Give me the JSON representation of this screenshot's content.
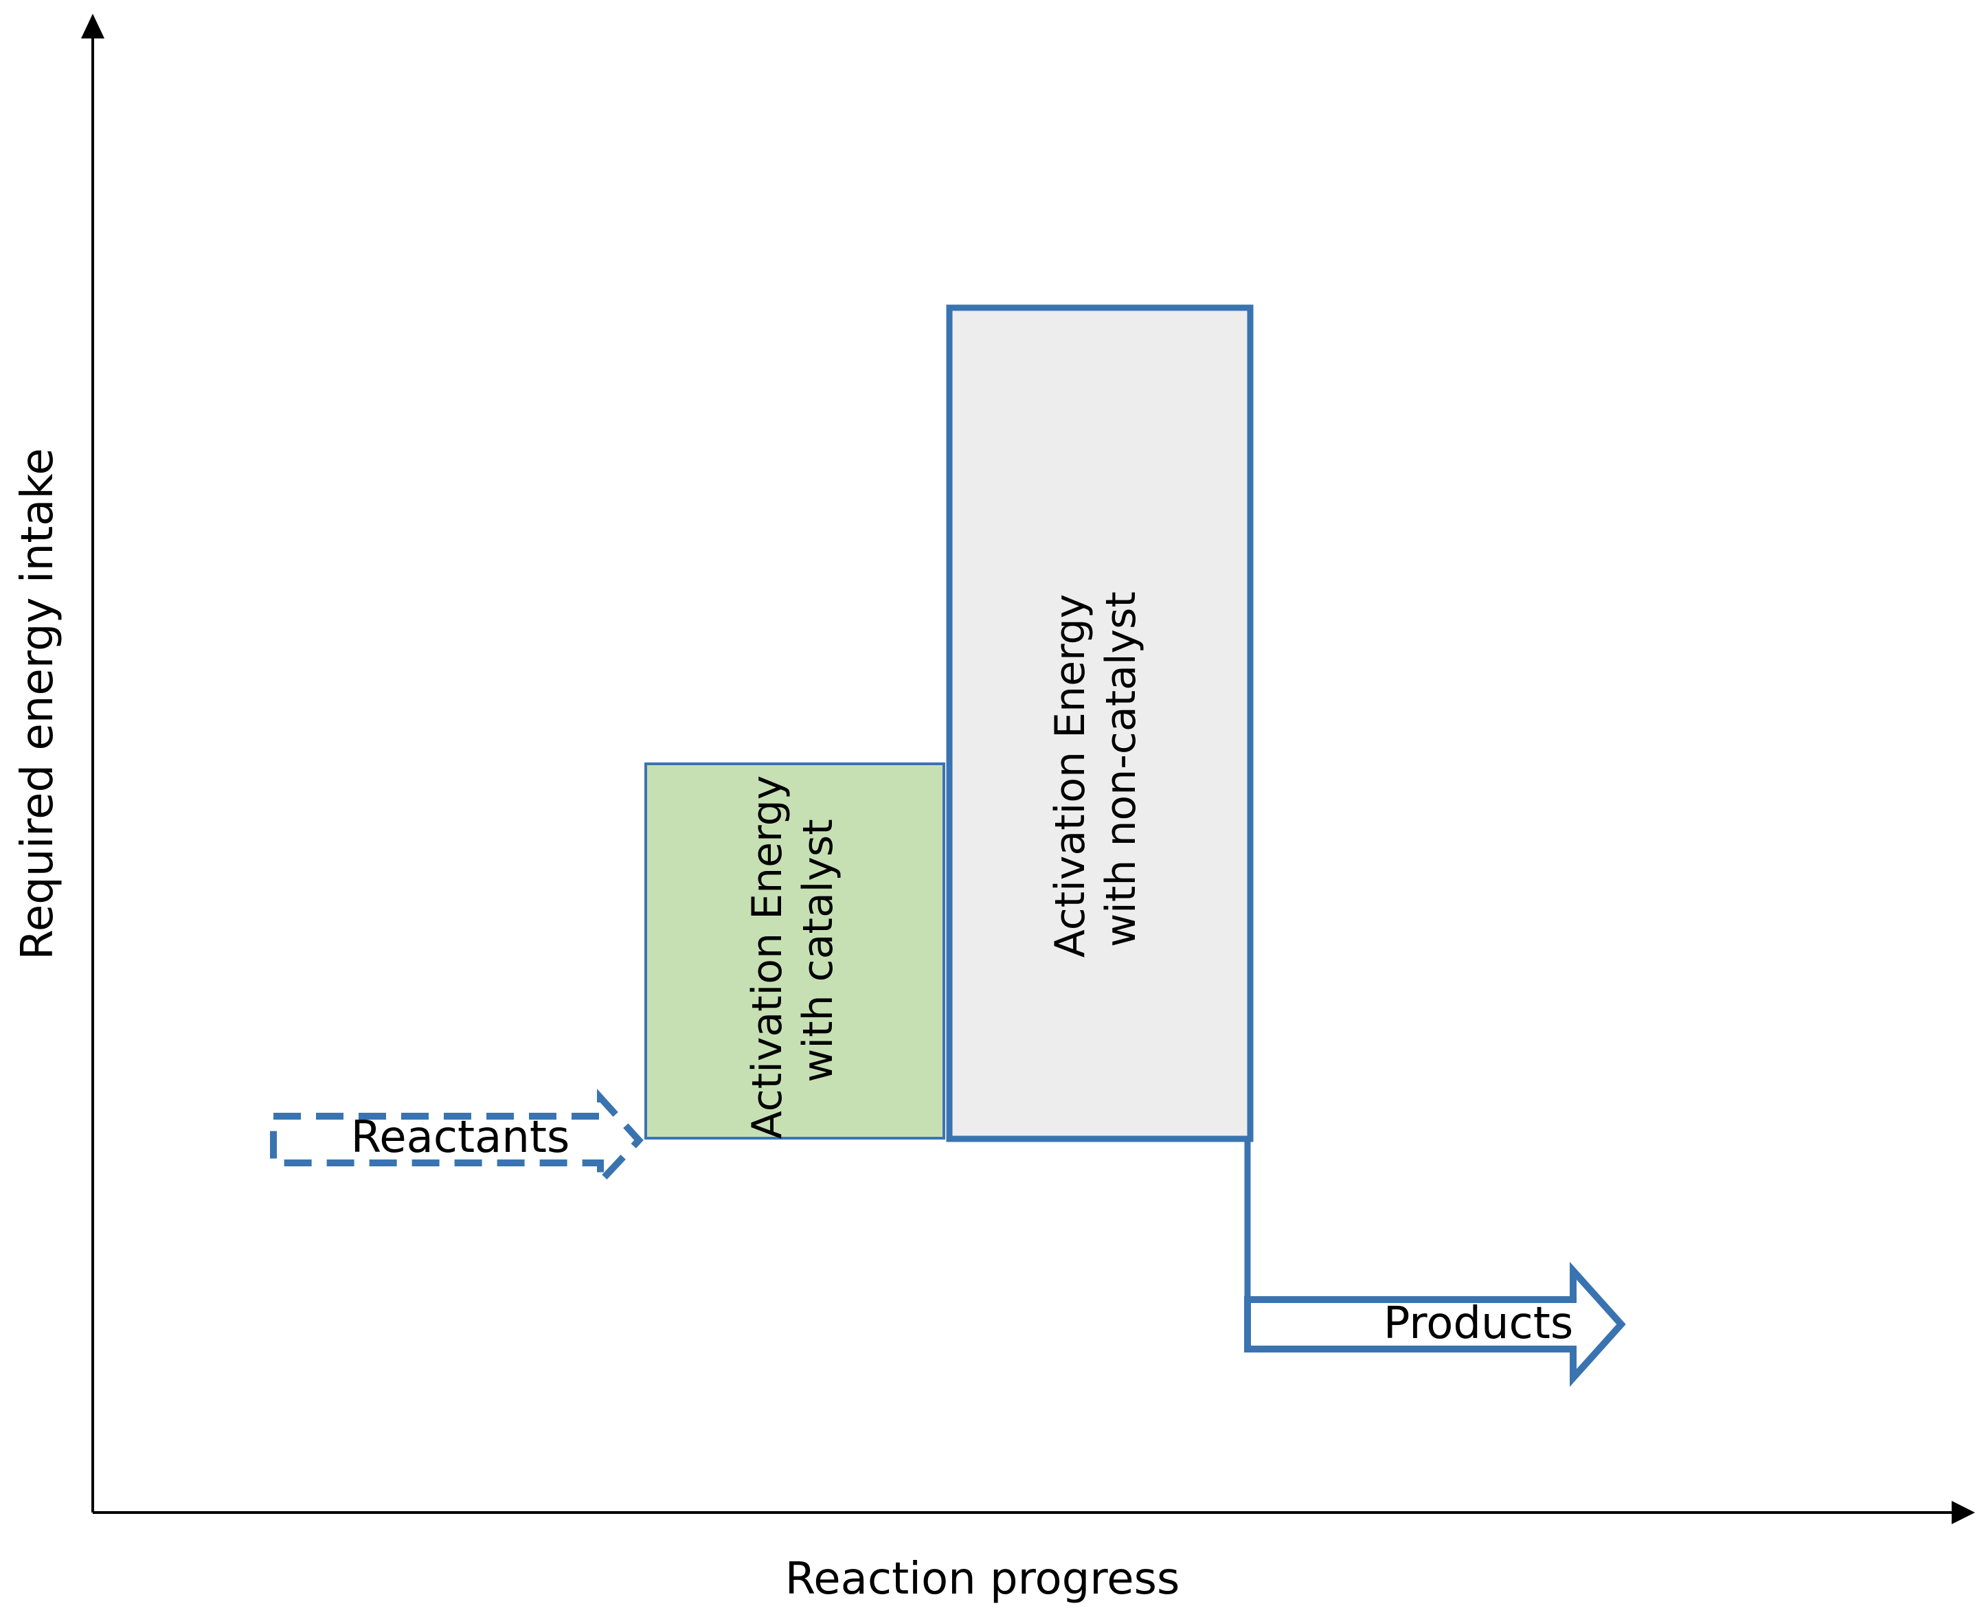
{
  "axes": {
    "y_label": "Required energy intake",
    "x_label": "Reaction progress"
  },
  "boxes": {
    "catalyst": {
      "line1": "Activation Energy",
      "line2": "with catalyst"
    },
    "non_catalyst": {
      "line1": "Activation Energy",
      "line2": "with non-catalyst"
    }
  },
  "arrows": {
    "reactants": "Reactants",
    "products": "Products"
  },
  "colors": {
    "axis": "#000000",
    "outline_blue": "#3a74b0",
    "catalyst_fill": "#c6e0b4",
    "non_catalyst_fill": "#ededed"
  }
}
